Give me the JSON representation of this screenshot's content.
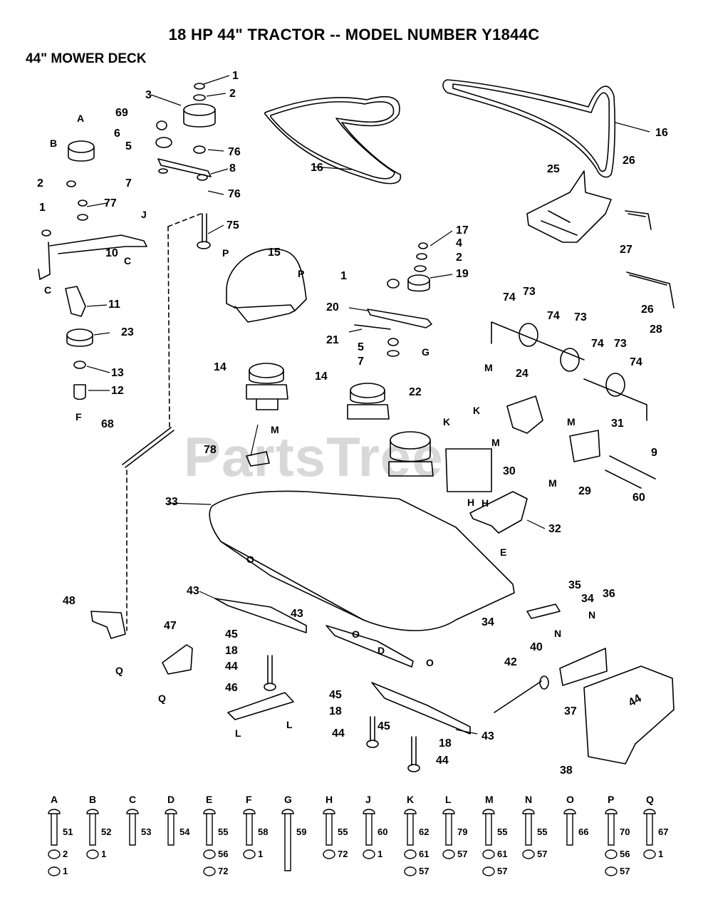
{
  "header": {
    "title": "18 HP 44\" TRACTOR -- MODEL NUMBER Y1844C",
    "section": "44\" MOWER DECK"
  },
  "watermark": "PartsTree",
  "deck_decal": "44",
  "callouts": [
    {
      "text": "1"
    },
    {
      "text": "2"
    },
    {
      "text": "3"
    },
    {
      "text": "69"
    },
    {
      "text": "A"
    },
    {
      "text": "6"
    },
    {
      "text": "B"
    },
    {
      "text": "5"
    },
    {
      "text": "76"
    },
    {
      "text": "8"
    },
    {
      "text": "2"
    },
    {
      "text": "7"
    },
    {
      "text": "77"
    },
    {
      "text": "76"
    },
    {
      "text": "1"
    },
    {
      "text": "J"
    },
    {
      "text": "75"
    },
    {
      "text": "C"
    },
    {
      "text": "10"
    },
    {
      "text": "C"
    },
    {
      "text": "11"
    },
    {
      "text": "23"
    },
    {
      "text": "13"
    },
    {
      "text": "12"
    },
    {
      "text": "F"
    },
    {
      "text": "16"
    },
    {
      "text": "16"
    },
    {
      "text": "25"
    },
    {
      "text": "26"
    },
    {
      "text": "27"
    },
    {
      "text": "26"
    },
    {
      "text": "28"
    },
    {
      "text": "P"
    },
    {
      "text": "15"
    },
    {
      "text": "P"
    },
    {
      "text": "17"
    },
    {
      "text": "4"
    },
    {
      "text": "2"
    },
    {
      "text": "1"
    },
    {
      "text": "19"
    },
    {
      "text": "20"
    },
    {
      "text": "21"
    },
    {
      "text": "5"
    },
    {
      "text": "G"
    },
    {
      "text": "7"
    },
    {
      "text": "74"
    },
    {
      "text": "73"
    },
    {
      "text": "74"
    },
    {
      "text": "73"
    },
    {
      "text": "74"
    },
    {
      "text": "73"
    },
    {
      "text": "74"
    },
    {
      "text": "14"
    },
    {
      "text": "14"
    },
    {
      "text": "22"
    },
    {
      "text": "M"
    },
    {
      "text": "24"
    },
    {
      "text": "K"
    },
    {
      "text": "K"
    },
    {
      "text": "M"
    },
    {
      "text": "30"
    },
    {
      "text": "M"
    },
    {
      "text": "31"
    },
    {
      "text": "9"
    },
    {
      "text": "M"
    },
    {
      "text": "29"
    },
    {
      "text": "60"
    },
    {
      "text": "68"
    },
    {
      "text": "M"
    },
    {
      "text": "78"
    },
    {
      "text": "33"
    },
    {
      "text": "H"
    },
    {
      "text": "H"
    },
    {
      "text": "32"
    },
    {
      "text": "E"
    },
    {
      "text": "O"
    },
    {
      "text": "43"
    },
    {
      "text": "48"
    },
    {
      "text": "43"
    },
    {
      "text": "35"
    },
    {
      "text": "34"
    },
    {
      "text": "36"
    },
    {
      "text": "34"
    },
    {
      "text": "N"
    },
    {
      "text": "N"
    },
    {
      "text": "47"
    },
    {
      "text": "45"
    },
    {
      "text": "18"
    },
    {
      "text": "O"
    },
    {
      "text": "D"
    },
    {
      "text": "O"
    },
    {
      "text": "Q"
    },
    {
      "text": "44"
    },
    {
      "text": "40"
    },
    {
      "text": "42"
    },
    {
      "text": "Q"
    },
    {
      "text": "46"
    },
    {
      "text": "37"
    },
    {
      "text": "45"
    },
    {
      "text": "18"
    },
    {
      "text": "L"
    },
    {
      "text": "45"
    },
    {
      "text": "L"
    },
    {
      "text": "43"
    },
    {
      "text": "44"
    },
    {
      "text": "18"
    },
    {
      "text": "44"
    },
    {
      "text": "38"
    }
  ],
  "hardware": [
    {
      "letter": "A",
      "parts": [
        "51",
        "2",
        "1"
      ]
    },
    {
      "letter": "B",
      "parts": [
        "52",
        "1"
      ]
    },
    {
      "letter": "C",
      "parts": [
        "53"
      ]
    },
    {
      "letter": "D",
      "parts": [
        "54"
      ]
    },
    {
      "letter": "E",
      "parts": [
        "55",
        "56",
        "72"
      ]
    },
    {
      "letter": "F",
      "parts": [
        "58",
        "1"
      ]
    },
    {
      "letter": "G",
      "parts": [
        "59"
      ]
    },
    {
      "letter": "H",
      "parts": [
        "55",
        "72"
      ]
    },
    {
      "letter": "J",
      "parts": [
        "60",
        "1"
      ]
    },
    {
      "letter": "K",
      "parts": [
        "62",
        "61",
        "57"
      ]
    },
    {
      "letter": "L",
      "parts": [
        "79",
        "57"
      ]
    },
    {
      "letter": "M",
      "parts": [
        "55",
        "61",
        "57"
      ]
    },
    {
      "letter": "N",
      "parts": [
        "55",
        "57"
      ]
    },
    {
      "letter": "O",
      "parts": [
        "66"
      ]
    },
    {
      "letter": "P",
      "parts": [
        "70",
        "56",
        "57"
      ]
    },
    {
      "letter": "Q",
      "parts": [
        "67",
        "1"
      ]
    }
  ],
  "colors": {
    "ink": "#000000",
    "paper": "#ffffff",
    "watermark": "#d8d8d8"
  }
}
